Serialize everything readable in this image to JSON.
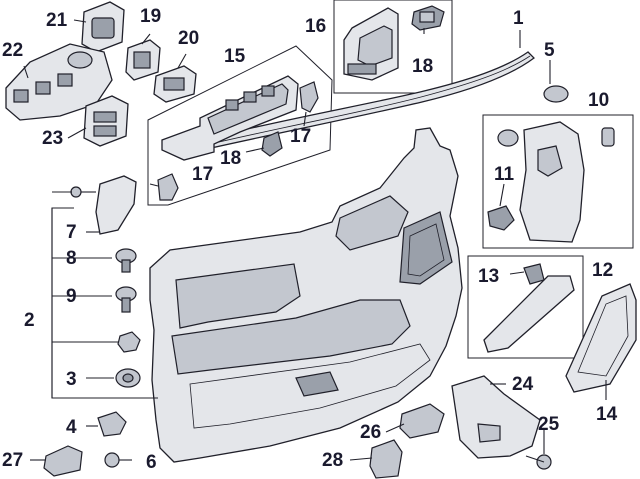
{
  "diagram": {
    "callouts": [
      {
        "id": "c1",
        "text": "1"
      },
      {
        "id": "c2",
        "text": "2"
      },
      {
        "id": "c3",
        "text": "3"
      },
      {
        "id": "c4",
        "text": "4"
      },
      {
        "id": "c5",
        "text": "5"
      },
      {
        "id": "c6",
        "text": "6"
      },
      {
        "id": "c7",
        "text": "7"
      },
      {
        "id": "c8",
        "text": "8"
      },
      {
        "id": "c9",
        "text": "9"
      },
      {
        "id": "c10",
        "text": "10"
      },
      {
        "id": "c11",
        "text": "11"
      },
      {
        "id": "c12",
        "text": "12"
      },
      {
        "id": "c13",
        "text": "13"
      },
      {
        "id": "c14",
        "text": "14"
      },
      {
        "id": "c15",
        "text": "15"
      },
      {
        "id": "c16",
        "text": "16"
      },
      {
        "id": "c17a",
        "text": "17"
      },
      {
        "id": "c17b",
        "text": "17"
      },
      {
        "id": "c18a",
        "text": "18"
      },
      {
        "id": "c18b",
        "text": "18"
      },
      {
        "id": "c19",
        "text": "19"
      },
      {
        "id": "c20",
        "text": "20"
      },
      {
        "id": "c21",
        "text": "21"
      },
      {
        "id": "c22",
        "text": "22"
      },
      {
        "id": "c23",
        "text": "23"
      },
      {
        "id": "c24",
        "text": "24"
      },
      {
        "id": "c25",
        "text": "25"
      },
      {
        "id": "c26",
        "text": "26"
      },
      {
        "id": "c27",
        "text": "27"
      },
      {
        "id": "c28",
        "text": "28"
      }
    ]
  }
}
